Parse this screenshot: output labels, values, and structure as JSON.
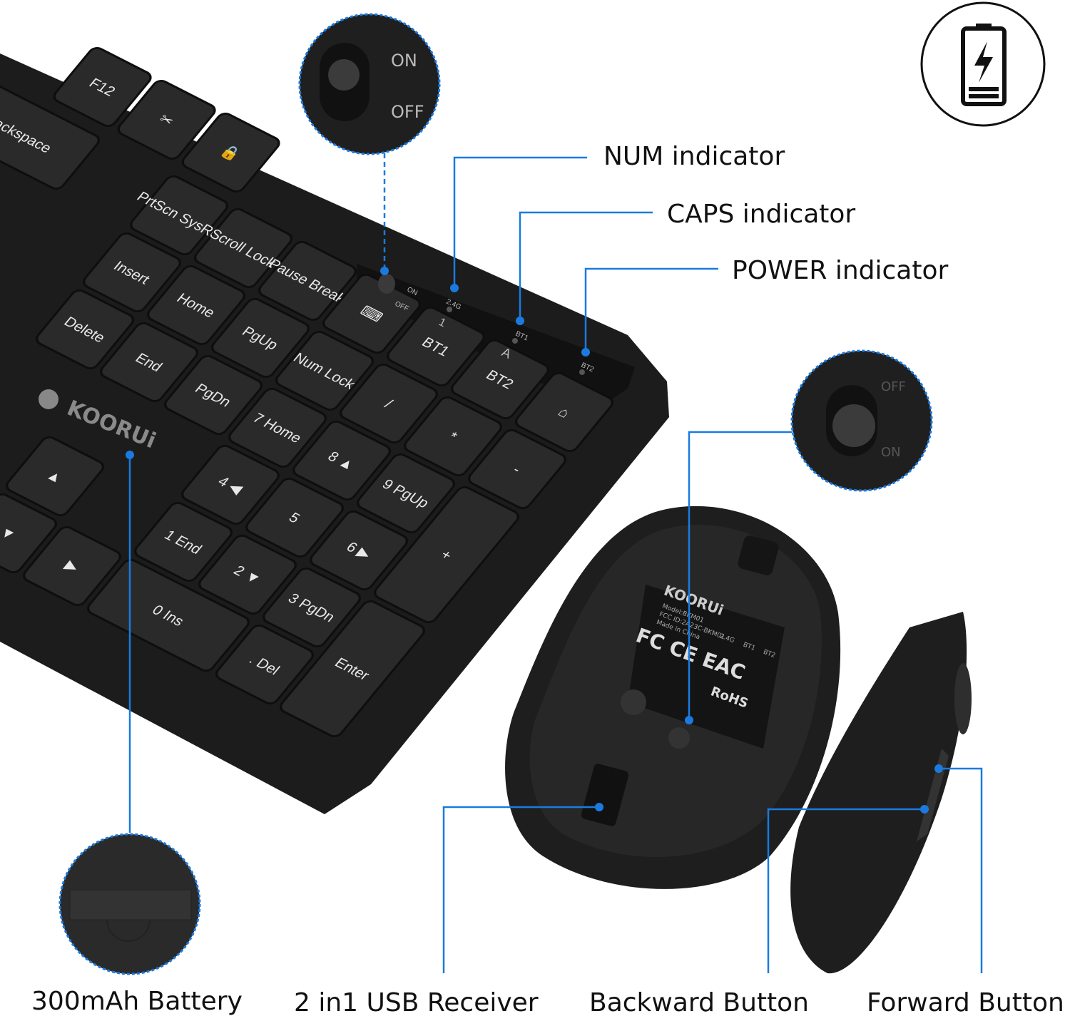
{
  "colors": {
    "callout": "#1a7ae0",
    "device": "#1c1c1c",
    "key": "#2a2a2a",
    "text": "#111111"
  },
  "callouts": {
    "num": "NUM indicator",
    "caps": "CAPS indicator",
    "power": "POWER indicator",
    "battery": "300mAh Battery",
    "usb": "2 in1 USB Receiver",
    "backward": "Backward Button",
    "forward": "Forward Button"
  },
  "keyboard_switch": {
    "on": "ON",
    "off": "OFF"
  },
  "mouse_switch": {
    "on": "ON",
    "off": "OFF"
  },
  "indicator_strip": {
    "on": "ON",
    "off": "OFF",
    "led1": "2.4G",
    "led1_sym": "1",
    "led2": "BT1",
    "led2_sym": "A",
    "led3": "BT2"
  },
  "brand": "KOORUi",
  "battery_icon": "battery-charging-icon",
  "mouse_label": {
    "brand": "KOORUi",
    "model": "Model:BKM01",
    "fcc": "FCC ID:2A23C-BKM01",
    "origin": "Made in China",
    "rohs": "RoHS",
    "marks": "FC CE EAC",
    "m1": "2.4G",
    "m2": "BT1",
    "m3": "BT2"
  },
  "keys": [
    {
      "label": "F12",
      "c": -5,
      "r": -2.1
    },
    {
      "label": "✂",
      "c": -4,
      "r": -2.1
    },
    {
      "label": "🔒",
      "c": -3,
      "r": -2.1
    },
    {
      "label": "Backspace",
      "c": -6,
      "r": -1,
      "w": 2
    },
    {
      "label": "PrtScn SysRq",
      "c": -3,
      "r": -1
    },
    {
      "label": "Scroll Lock",
      "c": -2,
      "r": -1
    },
    {
      "label": "Pause Break",
      "c": -1,
      "r": -1
    },
    {
      "label": "⌨",
      "c": 0,
      "r": -1
    },
    {
      "label": "BT1",
      "c": 1,
      "r": -1
    },
    {
      "label": "BT2",
      "c": 2,
      "r": -1
    },
    {
      "label": "⌂",
      "c": 3,
      "r": -1
    },
    {
      "label": "Insert",
      "c": -3,
      "r": 0
    },
    {
      "label": "Home",
      "c": -2,
      "r": 0
    },
    {
      "label": "PgUp",
      "c": -1,
      "r": 0
    },
    {
      "label": "Num Lock",
      "c": 0,
      "r": 0
    },
    {
      "label": "/",
      "c": 1,
      "r": 0
    },
    {
      "label": "*",
      "c": 2,
      "r": 0
    },
    {
      "label": "-",
      "c": 3,
      "r": 0
    },
    {
      "label": "Delete",
      "c": -3,
      "r": 1
    },
    {
      "label": "End",
      "c": -2,
      "r": 1
    },
    {
      "label": "PgDn",
      "c": -1,
      "r": 1
    },
    {
      "label": "7 Home",
      "c": 0,
      "r": 1
    },
    {
      "label": "8 ▲",
      "c": 1,
      "r": 1
    },
    {
      "label": "9 PgUp",
      "c": 2,
      "r": 1
    },
    {
      "label": "+",
      "c": 3,
      "r": 1,
      "h": 2
    },
    {
      "label": "4 ◀",
      "c": 0,
      "r": 2
    },
    {
      "label": "5",
      "c": 1,
      "r": 2
    },
    {
      "label": "6 ▶",
      "c": 2,
      "r": 2
    },
    {
      "label": "▲",
      "c": -2,
      "r": 3
    },
    {
      "label": "1 End",
      "c": 0,
      "r": 3
    },
    {
      "label": "2 ▼",
      "c": 1,
      "r": 3
    },
    {
      "label": "3 PgDn",
      "c": 2,
      "r": 3
    },
    {
      "label": "Enter",
      "c": 3,
      "r": 3,
      "h": 2
    },
    {
      "label": "◀",
      "c": -3,
      "r": 4
    },
    {
      "label": "▼",
      "c": -2,
      "r": 4
    },
    {
      "label": "▶",
      "c": -1,
      "r": 4
    },
    {
      "label": "0 Ins",
      "c": 0,
      "r": 4,
      "w": 2
    },
    {
      "label": ". Del",
      "c": 2,
      "r": 4
    }
  ]
}
